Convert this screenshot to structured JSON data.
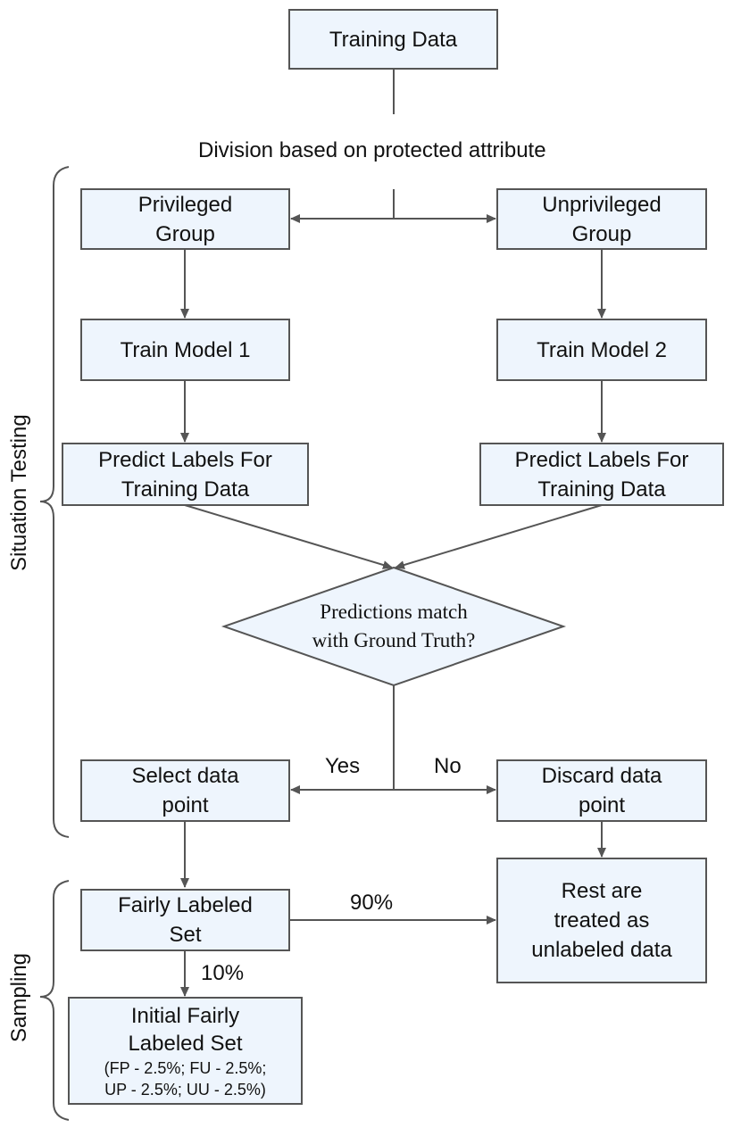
{
  "nodes": {
    "training_data": [
      "Training Data"
    ],
    "division_label": "Division based on protected attribute",
    "privileged_group": [
      "Privileged",
      "Group"
    ],
    "unprivileged_group": [
      "Unprivileged",
      "Group"
    ],
    "train_model_1": [
      "Train Model 1"
    ],
    "train_model_2": [
      "Train Model 2"
    ],
    "predict_left": [
      "Predict Labels For",
      "Training Data"
    ],
    "predict_right": [
      "Predict Labels For",
      "Training Data"
    ],
    "decision": [
      "Predictions match",
      "with Ground Truth?"
    ],
    "select_point": [
      "Select data",
      "point"
    ],
    "discard_point": [
      "Discard data",
      "point"
    ],
    "fairly_labeled_set": [
      "Fairly Labeled",
      "Set"
    ],
    "rest_unlabeled": [
      "Rest are",
      "treated as",
      "unlabeled data"
    ],
    "initial_set": [
      "Initial Fairly",
      "Labeled Set"
    ],
    "initial_set_detail": [
      "(FP - 2.5%; FU - 2.5%;",
      "UP - 2.5%; UU - 2.5%)"
    ]
  },
  "edge_labels": {
    "yes": "Yes",
    "no": "No",
    "ninety": "90%",
    "ten": "10%"
  },
  "groups": {
    "situation_testing": "Situation Testing",
    "sampling": "Sampling"
  },
  "colors": {
    "box_fill": "#eef5fd",
    "stroke": "#555555"
  }
}
